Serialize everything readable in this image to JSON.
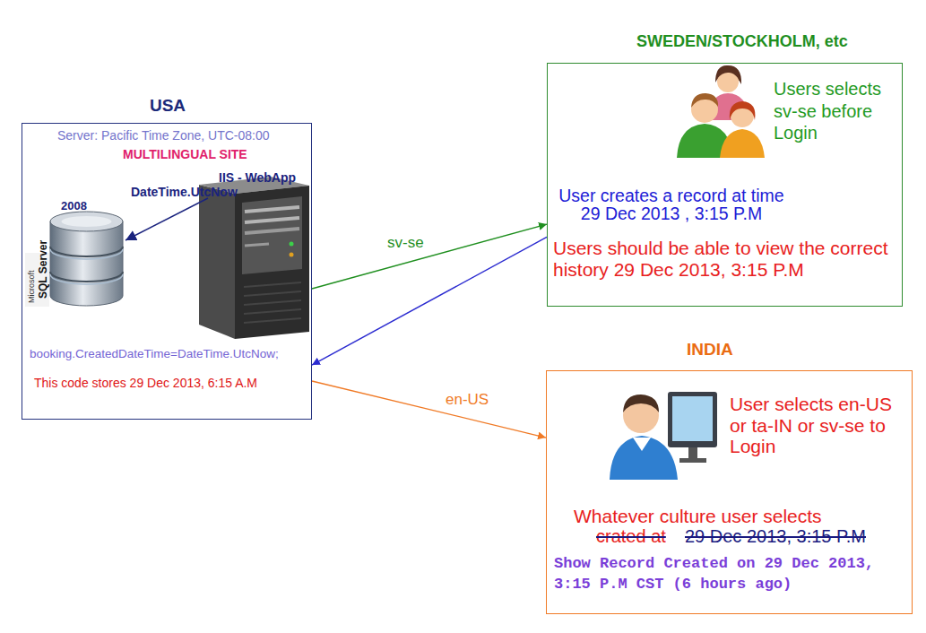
{
  "diagram": {
    "nodes": [
      {
        "text": [
          "USA",
          "Server: Pacific Time Zone, UTC-08:00",
          "MULTILINGUAL SITE",
          "IIS - WebApp",
          "DateTime.UtcNow",
          "booking.CreatedDateTime=DateTime.UtcNow;",
          "This code stores 29 Dec 2013, 6:15 A.M"
        ]
      },
      {
        "text": [
          "SWEDEN/STOCKHOLM, etc",
          "Users selects sv-se before Login",
          "User creates a record at time 29 Dec 2013 , 3:15 P.M",
          "Users should be able to view the correct history 29 Dec 2013, 3:15 P.M"
        ]
      },
      {
        "text": [
          "INDIA",
          "User selects en-US or ta-IN or sv-se to Login",
          "Whatever culture user selects",
          "crated at",
          "29 Dec 2013, 3:15 P.M",
          "Show Record Created on 29 Dec 2013, 3:15 P.M CST (6 hours ago)"
        ]
      }
    ],
    "edges": [
      {
        "from": 0,
        "to": 1,
        "arrow": "to",
        "label": "sv-se"
      },
      {
        "from": 1,
        "to": 0,
        "arrow": "to"
      },
      {
        "from": 0,
        "to": 2,
        "arrow": "to",
        "label": "en-US"
      }
    ],
    "labels": [
      "Microsoft",
      "SQL Server",
      "2008"
    ]
  }
}
